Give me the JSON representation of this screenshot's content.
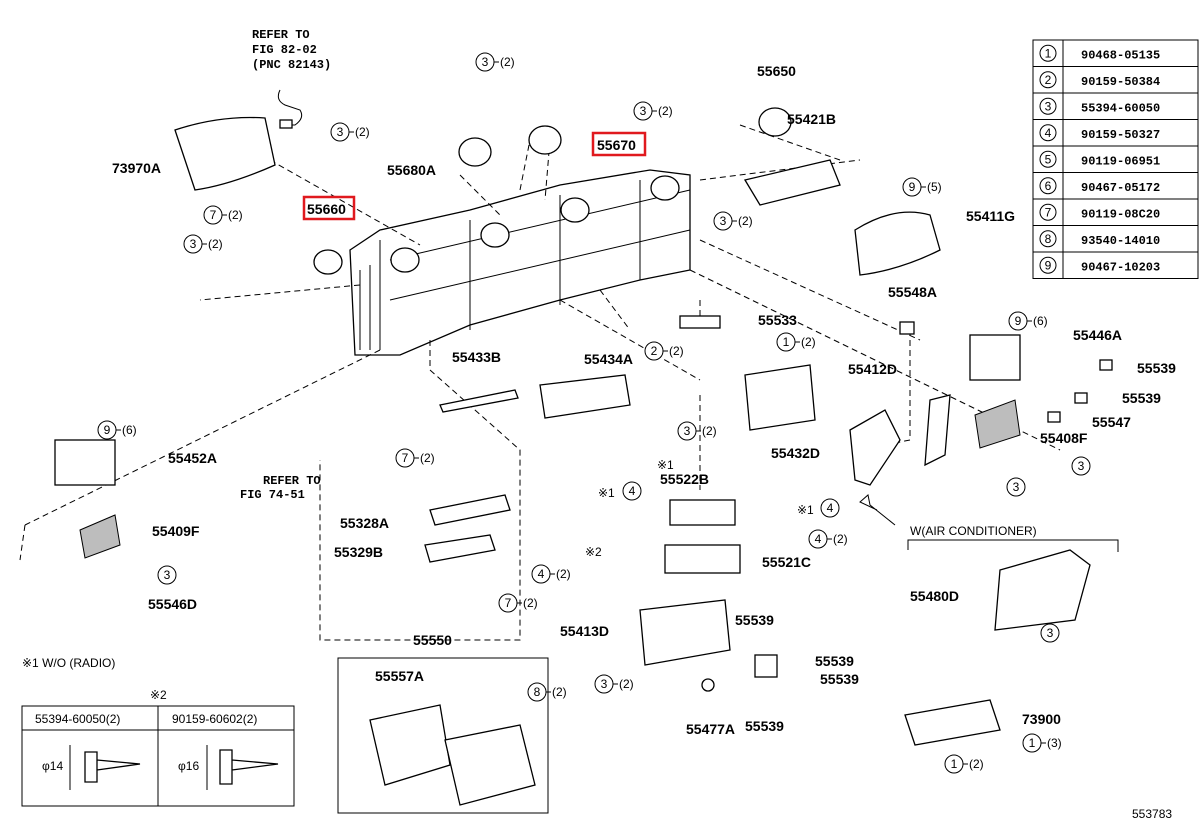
{
  "diagram": {
    "figure_number": "553783",
    "refer_top": [
      "REFER TO",
      "FIG 82-02",
      "(PNC 82143)"
    ],
    "refer_mid": [
      "REFER TO",
      "FIG 74-51"
    ],
    "air_conditioner_label": "W(AIR CONDITIONER)",
    "note1": "※1  W/O (RADIO)",
    "note2_mark": "※2",
    "screw_table": {
      "headers": [
        "55394-60050(2)",
        "90159-60602(2)"
      ],
      "dims": [
        "φ14",
        "φ16"
      ]
    },
    "legend": [
      {
        "num": "1",
        "part": "90468-05135"
      },
      {
        "num": "2",
        "part": "90159-50384"
      },
      {
        "num": "3",
        "part": "55394-60050"
      },
      {
        "num": "4",
        "part": "90159-50327"
      },
      {
        "num": "5",
        "part": "90119-06951"
      },
      {
        "num": "6",
        "part": "90467-05172"
      },
      {
        "num": "7",
        "part": "90119-08C20"
      },
      {
        "num": "8",
        "part": "93540-14010"
      },
      {
        "num": "9",
        "part": "90467-10203"
      }
    ],
    "highlighted_parts": [
      "55670",
      "55660"
    ],
    "part_labels": {
      "p55650": "55650",
      "p55670": "55670",
      "p55660": "55660",
      "p73970A": "73970A",
      "p55680A": "55680A",
      "p55421B": "55421B",
      "p55411G": "55411G",
      "p55548A": "55548A",
      "p55446A": "55446A",
      "p55539a": "55539",
      "p55539b": "55539",
      "p55547": "55547",
      "p55533": "55533",
      "p55412D": "55412D",
      "p55434A": "55434A",
      "p55433B": "55433B",
      "p55452A": "55452A",
      "p55409F": "55409F",
      "p55546D": "55546D",
      "p55408F": "55408F",
      "p55432D": "55432D",
      "p55522B": "55522B",
      "p55521C": "55521C",
      "p55328A": "55328A",
      "p55329B": "55329B",
      "p55480D": "55480D",
      "p55550": "55550",
      "p55557A": "55557A",
      "p55413D": "55413D",
      "p55539c": "55539",
      "p55539d": "55539",
      "p55539e": "55539",
      "p55539f": "55539",
      "p55477A": "55477A",
      "p73900": "73900",
      "x1a": "※1",
      "x1b": "※1",
      "x1c": "※1",
      "x2": "※2"
    },
    "callouts": {
      "c3_2_a": {
        "n": "3",
        "q": "(2)"
      },
      "c3_2_b": {
        "n": "3",
        "q": "(2)"
      },
      "c3_2_c": {
        "n": "3",
        "q": "(2)"
      },
      "c3_2_d": {
        "n": "3",
        "q": "(2)"
      },
      "c7_2_a": {
        "n": "7",
        "q": "(2)"
      },
      "c3_2_e": {
        "n": "3",
        "q": "(2)"
      },
      "c9_5": {
        "n": "9",
        "q": "(5)"
      },
      "c2_2": {
        "n": "2",
        "q": "(2)"
      },
      "c1_2": {
        "n": "1",
        "q": "(2)"
      },
      "c9_6_a": {
        "n": "9",
        "q": "(6)"
      },
      "c9_6_b": {
        "n": "9",
        "q": "(6)"
      },
      "c3_2_f": {
        "n": "3",
        "q": "(2)"
      },
      "c7_2_b": {
        "n": "7",
        "q": "(2)"
      },
      "c4_1_a": {
        "n": "4",
        "q": ""
      },
      "c4_1_b": {
        "n": "4",
        "q": ""
      },
      "c4_2_a": {
        "n": "4",
        "q": "(2)"
      },
      "c4_2_b": {
        "n": "4",
        "q": "(2)"
      },
      "c7_2_c": {
        "n": "7",
        "q": "(2)"
      },
      "c8_2": {
        "n": "8",
        "q": "(2)"
      },
      "c3_2_g": {
        "n": "3",
        "q": "(2)"
      },
      "c1_3": {
        "n": "1",
        "q": "(3)"
      },
      "c1_2_b": {
        "n": "1",
        "q": "(2)"
      },
      "c3_a": {
        "n": "3",
        "q": ""
      },
      "c3_b": {
        "n": "3",
        "q": ""
      },
      "c3_c": {
        "n": "3",
        "q": ""
      },
      "c3_d": {
        "n": "3",
        "q": ""
      }
    }
  }
}
